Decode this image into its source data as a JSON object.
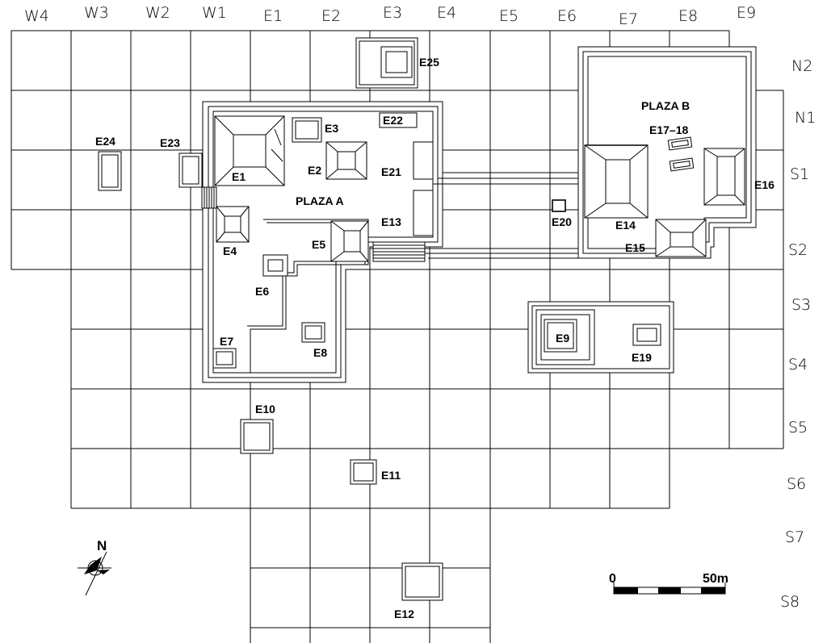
{
  "columns": [
    "W4",
    "W3",
    "W2",
    "W1",
    "E1",
    "E2",
    "E3",
    "E4",
    "E5",
    "E6",
    "E7",
    "E8",
    "E9"
  ],
  "rows": [
    "N2",
    "N1",
    "S1",
    "S2",
    "S3",
    "S4",
    "S5",
    "S6",
    "S7",
    "S8"
  ],
  "plazas": {
    "a": "PLAZA A",
    "b": "PLAZA B"
  },
  "structures": {
    "e1": "E1",
    "e2": "E2",
    "e3": "E3",
    "e4": "E4",
    "e5": "E5",
    "e6": "E6",
    "e7": "E7",
    "e8": "E8",
    "e9": "E9",
    "e10": "E10",
    "e11": "E11",
    "e12": "E12",
    "e13": "E13",
    "e14": "E14",
    "e15": "E15",
    "e16": "E16",
    "e17_18": "E17–18",
    "e19": "E19",
    "e20": "E20",
    "e21": "E21",
    "e22": "E22",
    "e23": "E23",
    "e24": "E24",
    "e25": "E25"
  },
  "north_arrow": {
    "label": "N"
  },
  "scale_bar": {
    "start": "0",
    "end": "50m"
  }
}
